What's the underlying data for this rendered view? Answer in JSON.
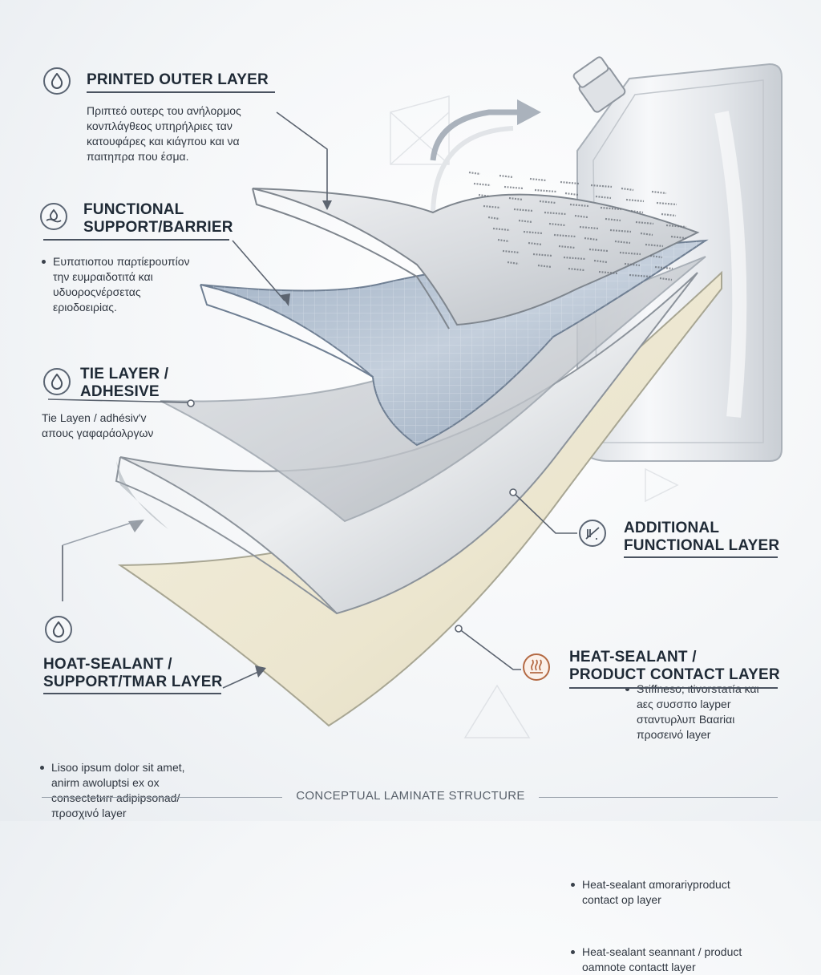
{
  "labels": {
    "printed_outer": {
      "title": "PRINTED OUTER LAYER",
      "desc": "Πριπτεό ουτερς του ανήλορμος\nκονπλάγθεος υπηρήλριες ταν\nκατουφάρες και κιάγπου και να\nπαιτηπρα πoυ έσμα."
    },
    "functional_support": {
      "title": "FUNCTIONAL\nSUPPORT/BARRIER",
      "desc": "Ευπατιοπου παρτίεpουπίον\nτην ευμραιδοτιτά και\nυδυοροςνέρσετας\nεριοδοειρiας."
    },
    "tie_layer": {
      "title": "TIE LAYER /\nADHESIVE",
      "desc": "Tie Layen / adhésiv'v\nαπους γαφαράολργων"
    },
    "hoat_sealant": {
      "title": "HOAT-SEALANT /\nSUPPORT/TMAR LAYER",
      "desc": "Lisoo ipsum dolor sit amet,\nanirm awoluptsi ex ox\nconsectetиrr adipipsonad/\nπροσχινό layer"
    },
    "additional_functional": {
      "title": "ADDITIONAL\nFUNCTIONAL LAYER",
      "desc": "Sτiffnesο; ιtivorsτaτía και\naες συσσπο layper\nσταντυρλυπ Bααriαι\nπροσεινό layer"
    },
    "heat_sealant": {
      "title": "HEAT-SEALANT /\nPRODUCT CONTACT LAYER",
      "bullet1": "Heat-sealant αmorariγproduct\ncontact op layer",
      "bullet2": "Heat-sealant seannant / product\noamnote contactt layer"
    }
  },
  "footer": "CONCEPTUAL LAMINATE STRUCTURE",
  "icons": {
    "printed_outer": "droplet-icon",
    "functional_support": "water-wave-icon",
    "tie_layer": "droplet-icon",
    "hoat_sealant": "droplet-icon",
    "additional_functional": "slash-barrier-icon",
    "heat_sealant": "heat-waves-icon"
  },
  "colors": {
    "accent_orange": "#b46a44",
    "text_dark": "#1f2a36",
    "line_gray": "#4a5360"
  }
}
